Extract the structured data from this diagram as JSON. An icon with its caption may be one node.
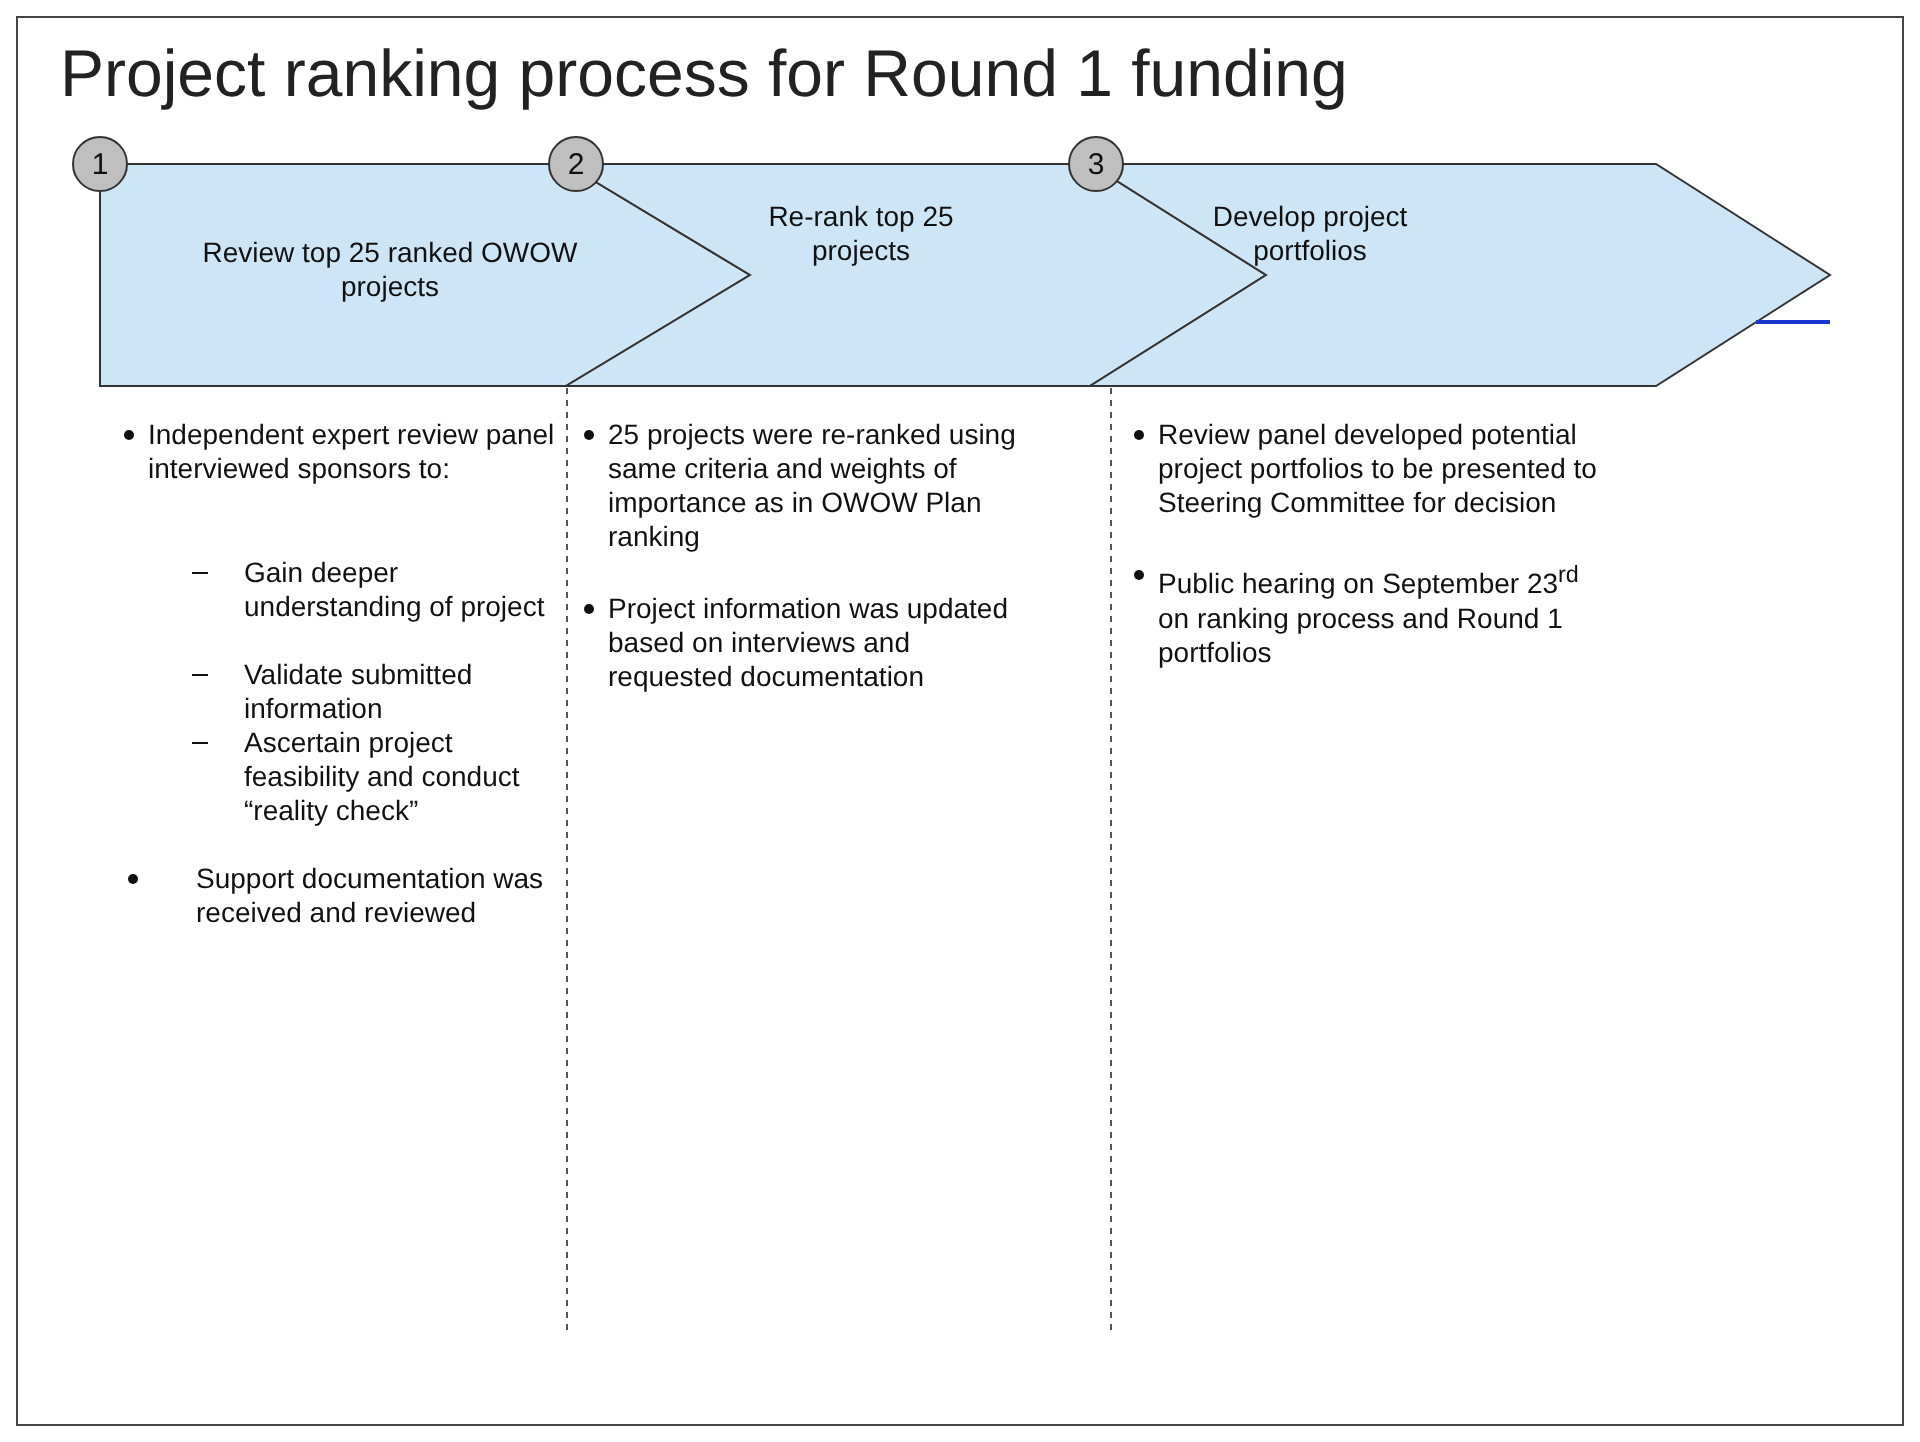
{
  "diagram": {
    "title": "Project ranking process for Round 1 funding",
    "nodes": [
      {
        "text": [
          "1"
        ]
      },
      {
        "text": [
          "Review top 25 ranked OWOW projects"
        ]
      },
      {
        "text": [
          "2"
        ]
      },
      {
        "text": [
          "Re-rank top 25 projects"
        ]
      },
      {
        "text": [
          "3"
        ]
      },
      {
        "text": [
          "Develop project portfolios"
        ]
      }
    ],
    "edges": [],
    "labels": [
      "Independent expert review panel interviewed sponsors to:",
      "Gain deeper understanding of project",
      "Validate submitted information",
      "Ascertain project feasibility and conduct “reality check”",
      "Support documentation was received and reviewed",
      "25 projects were re-ranked using same criteria and weights of importance as in OWOW Plan ranking",
      "Project information was updated based on interviews and requested documentation",
      "Review panel developed potential project portfolios to be presented to Steering Committee for decision",
      "Public hearing on September 23$^{rd}$ on ranking process and Round 1 portfolios"
    ]
  }
}
